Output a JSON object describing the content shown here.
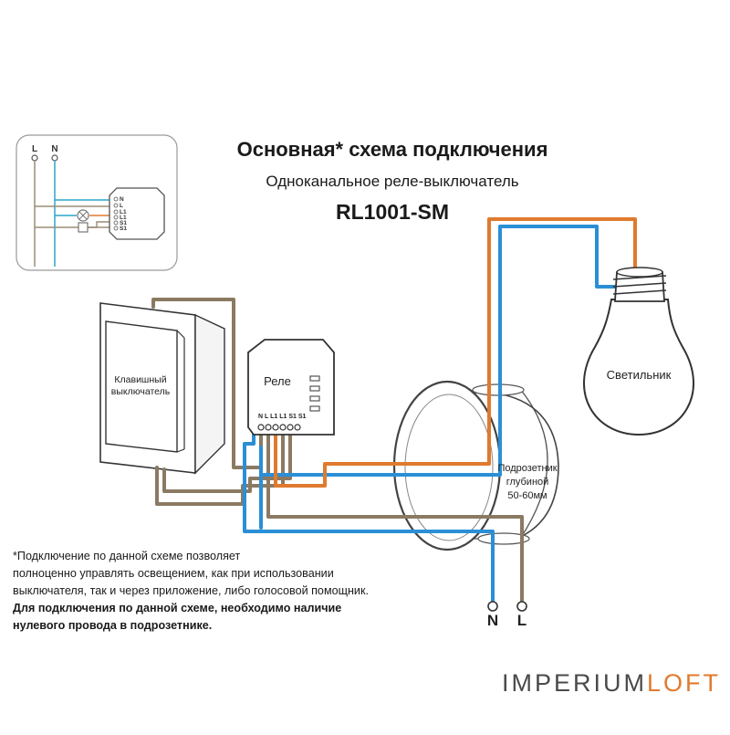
{
  "header": {
    "title": "Основная* схема подключения",
    "subtitle": "Одноканальное реле-выключатель",
    "model": "RL1001-SM"
  },
  "inset": {
    "line_label_l": "L",
    "line_label_n": "N",
    "terminals": [
      "N",
      "L",
      "L1",
      "L1",
      "S1",
      "S1"
    ]
  },
  "components": {
    "switch_label": [
      "Клавишный",
      "выключатель"
    ],
    "relay_label": "Реле",
    "relay_terminals": "N L L1 L1 S1 S1",
    "box_label": [
      "Подрозетник",
      "глубиной",
      "50-60мм"
    ],
    "lamp_label": "Светильник"
  },
  "power_labels": {
    "n": "N",
    "l": "L"
  },
  "notes": [
    "*Подключение по данной схеме позволяет",
    "полноценно управлять освещением, как при использовании",
    "выключателя, так и через приложение, либо голосовой помощник."
  ],
  "notes_bold": [
    "Для подключения по данной схеме, необходимо наличие",
    "нулевого провода в подрозетнике."
  ],
  "brand": {
    "part_a": "IMPERIUM",
    "part_b": "LOFT"
  },
  "colors": {
    "neutral_wire": "#2a8fd6",
    "phase_wire": "#8b7a62",
    "load_wire": "#e07a2e",
    "inset_neutral": "#2aa6c8",
    "brand_accent": "#e07a2e"
  }
}
